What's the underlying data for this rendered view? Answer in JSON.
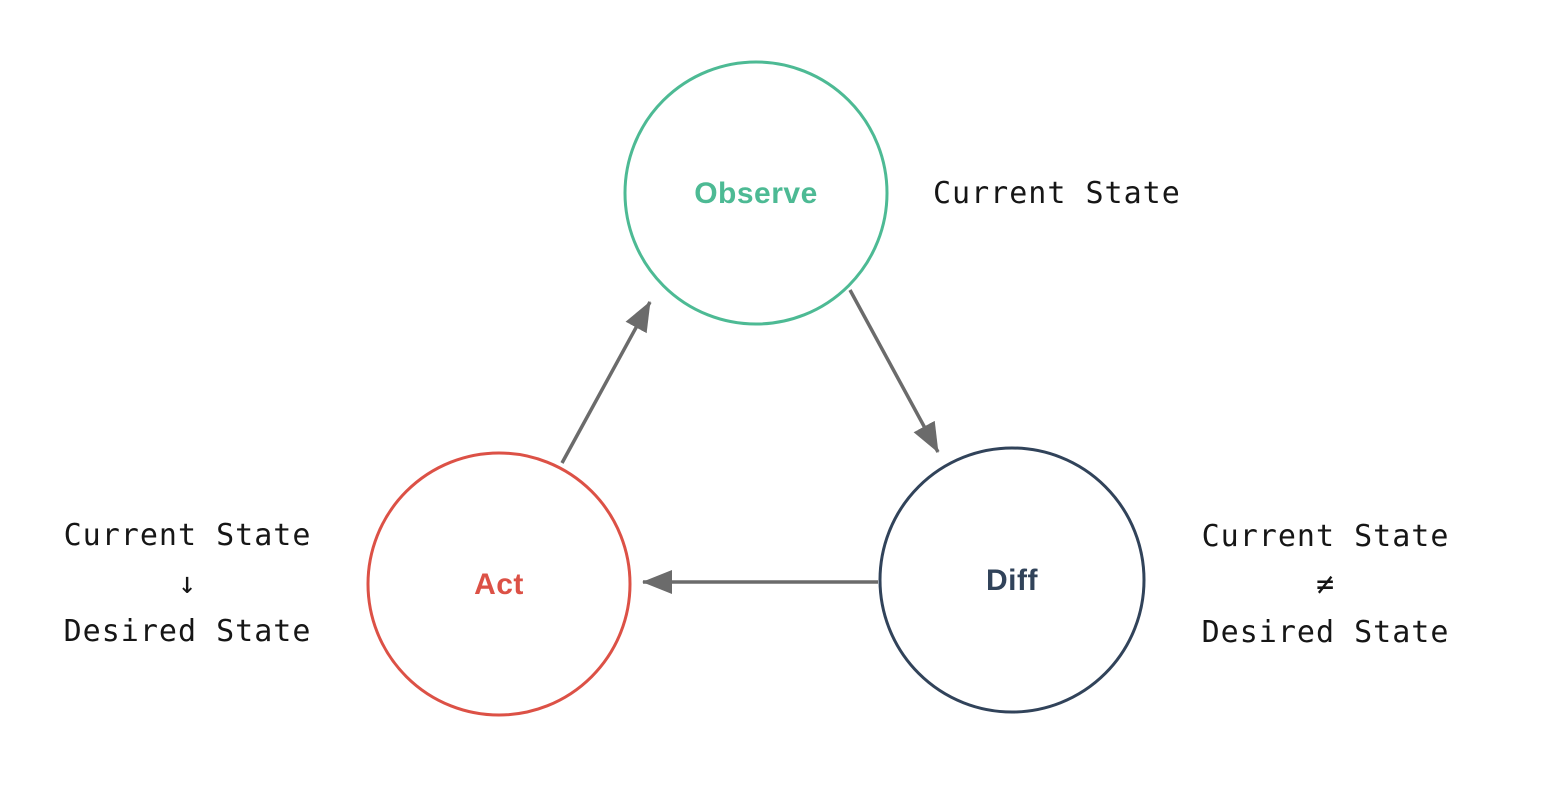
{
  "diagram": {
    "type": "cycle-diagram",
    "background_color": "#ffffff",
    "text_color": "#161616",
    "arrow_color": "#6b6b6b",
    "nodes": {
      "observe": {
        "label": "Observe",
        "color": "#4dba94",
        "annotation": "Current State"
      },
      "diff": {
        "label": "Diff",
        "color": "#31435a",
        "annotation_lines": [
          "Current State",
          "≠",
          "Desired State"
        ]
      },
      "act": {
        "label": "Act",
        "color": "#dc5146",
        "annotation_lines": [
          "Current State",
          "↓",
          "Desired State"
        ]
      }
    },
    "edges": [
      {
        "from": "observe",
        "to": "diff"
      },
      {
        "from": "diff",
        "to": "act"
      },
      {
        "from": "act",
        "to": "observe"
      }
    ]
  }
}
